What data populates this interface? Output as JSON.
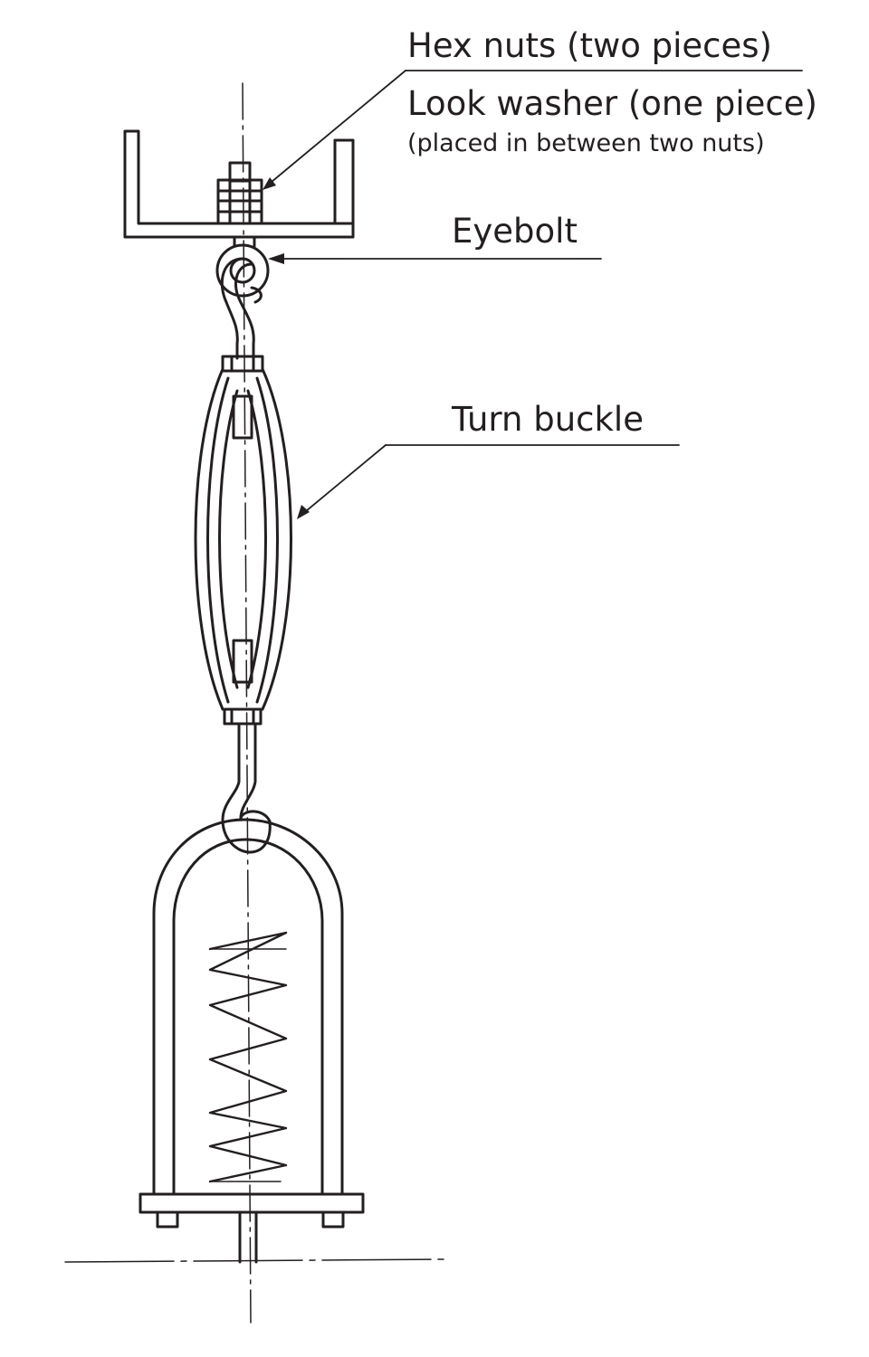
{
  "labels": {
    "hex_nuts": "Hex nuts (two pieces)",
    "lock_washer": "Look washer (one piece)",
    "washer_note": "(placed in between two nuts)",
    "eyebolt": "Eyebolt",
    "turn_buckle": "Turn buckle"
  },
  "colors": {
    "ink": "#231f20",
    "background": "#ffffff"
  }
}
